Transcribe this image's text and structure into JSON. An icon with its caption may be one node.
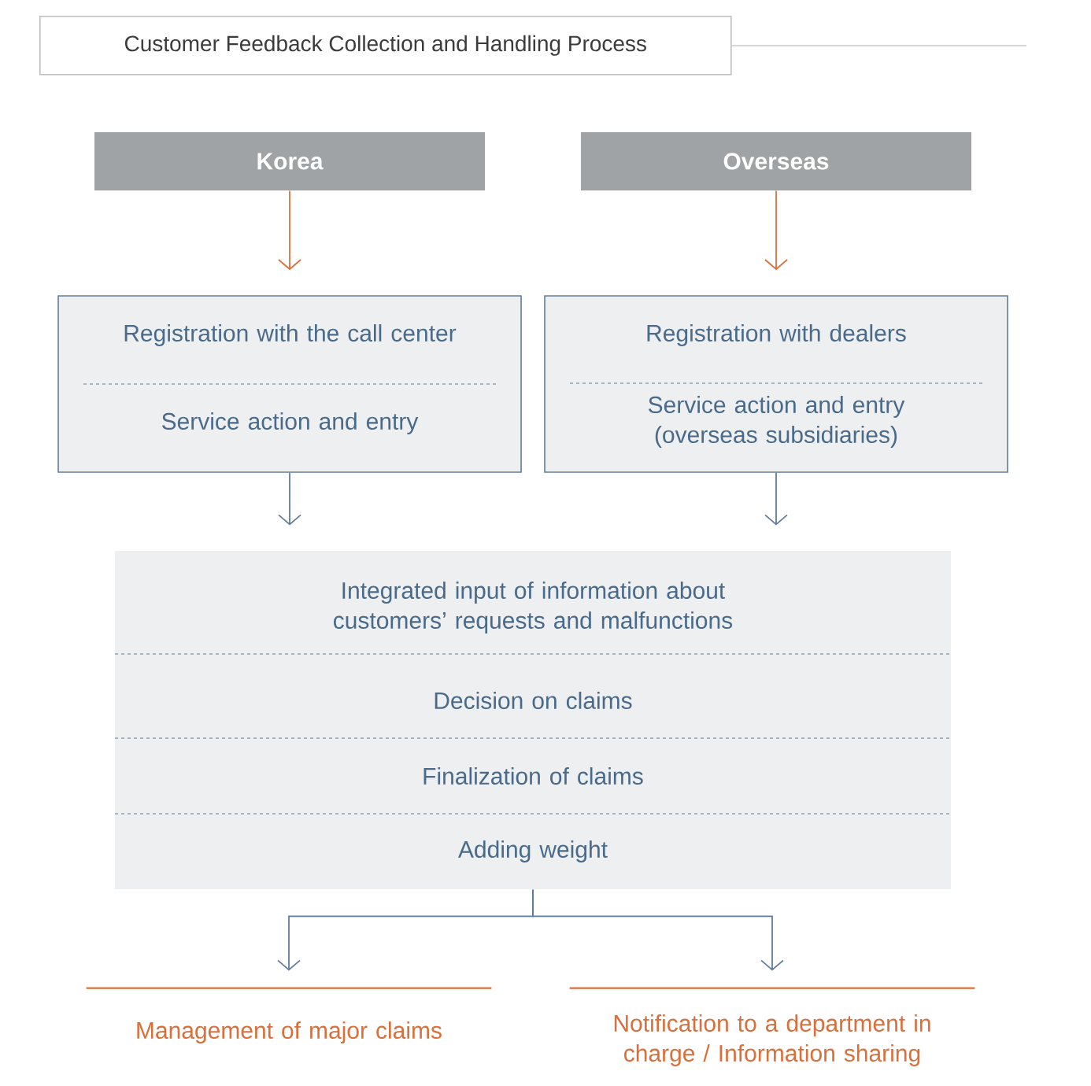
{
  "diagram": {
    "title": "Customer Feedback Collection and Handling Process",
    "nodes": [
      {
        "text": [
          "Korea"
        ]
      },
      {
        "text": [
          "Overseas"
        ]
      },
      {
        "text": [
          "Registration with the call center",
          "Service action and entry"
        ]
      },
      {
        "text": [
          "Registration with dealers",
          "Service action and entry (overseas subsidiaries)"
        ]
      },
      {
        "text": [
          "Integrated input of information about customers’ requests and malfunctions",
          "Decision on claims",
          "Finalization of claims",
          "Adding weight"
        ]
      },
      {
        "text": [
          "Management of major claims"
        ]
      },
      {
        "text": [
          "Notification to a department in charge / Information sharing"
        ]
      }
    ],
    "edges": [
      {
        "from": 0,
        "to": 2,
        "arrow": "to",
        "color": "#d9703c"
      },
      {
        "from": 1,
        "to": 3,
        "arrow": "to",
        "color": "#d9703c"
      },
      {
        "from": 2,
        "to": 4,
        "arrow": "to"
      },
      {
        "from": 3,
        "to": 4,
        "arrow": "to"
      },
      {
        "from": 4,
        "to": 5,
        "arrow": "to"
      },
      {
        "from": 4,
        "to": 6,
        "arrow": "to"
      }
    ]
  }
}
